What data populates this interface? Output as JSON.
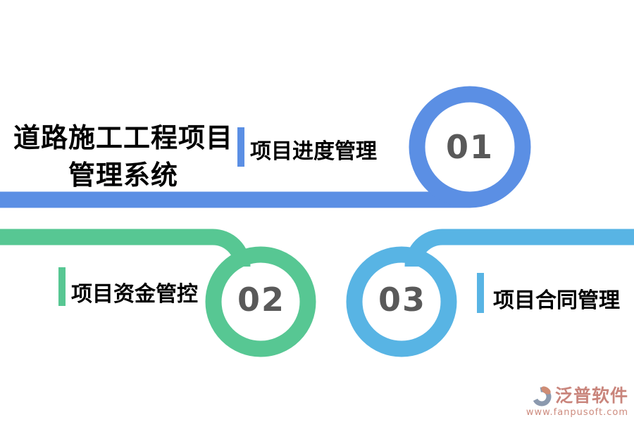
{
  "title": {
    "line1": "道路施工工程项目",
    "line2": "管理系统"
  },
  "items": [
    {
      "number": "01",
      "label": "项目进度管理",
      "color": "#5B8FE4"
    },
    {
      "number": "02",
      "label": "项目资金管控",
      "color": "#57C793"
    },
    {
      "number": "03",
      "label": "项目合同管理",
      "color": "#58B4E4"
    }
  ],
  "colors": {
    "background": "#FFFFFF",
    "title_text": "#000000",
    "number_text": "#595959",
    "item1_blue": "#5B8FE4",
    "item2_green": "#57C793",
    "item3_lightblue": "#58B4E4",
    "logo_text": "#C9857C",
    "logo_icon_gray": "#8B99AE",
    "logo_icon_salmon": "#CE8C75"
  },
  "logo": {
    "name": "泛普软件",
    "url": "www.fanpusoft.com"
  }
}
